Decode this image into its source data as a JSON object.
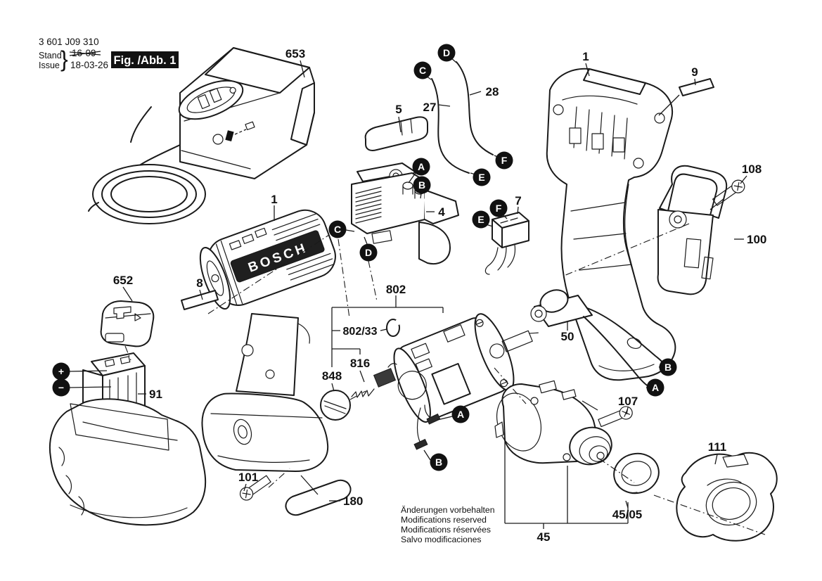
{
  "header": {
    "part_number": "3 601 J09 310",
    "stand_label": "Stand",
    "issue_label": "Issue",
    "brace": "}",
    "old_date": "16-09",
    "date": "18-03-26",
    "figure_label": "Fig. /Abb. 1"
  },
  "brand": "BOSCH",
  "footer": {
    "lines": [
      "Änderungen vorbehalten",
      "Modifications reserved",
      "Modifications réservées",
      "Salvo modificaciones"
    ]
  },
  "labels": [
    {
      "id": "charger",
      "text": "653"
    },
    {
      "id": "trigger-cover",
      "text": "5"
    },
    {
      "id": "wire-27",
      "text": "27"
    },
    {
      "id": "wire-28",
      "text": "28"
    },
    {
      "id": "switch",
      "text": "4"
    },
    {
      "id": "housing-left",
      "text": "1"
    },
    {
      "id": "sticker-8",
      "text": "8"
    },
    {
      "id": "contact-cover",
      "text": "652"
    },
    {
      "id": "battery-terminal",
      "text": "91"
    },
    {
      "id": "screw-101",
      "text": "101"
    },
    {
      "id": "pad-180",
      "text": "180"
    },
    {
      "id": "motor-assy",
      "text": "802"
    },
    {
      "id": "motor-ring",
      "text": "802/33"
    },
    {
      "id": "brush",
      "text": "816"
    },
    {
      "id": "brush-cap",
      "text": "848"
    },
    {
      "id": "housing-right",
      "text": "1"
    },
    {
      "id": "sticker-9",
      "text": "9"
    },
    {
      "id": "screw-108",
      "text": "108"
    },
    {
      "id": "frame-100",
      "text": "100"
    },
    {
      "id": "connector-7",
      "text": "7"
    },
    {
      "id": "lamp-50",
      "text": "50"
    },
    {
      "id": "screw-107",
      "text": "107"
    },
    {
      "id": "ring-4505",
      "text": "45/05"
    },
    {
      "id": "gearbox-45",
      "text": "45"
    },
    {
      "id": "nose-111",
      "text": "111"
    }
  ],
  "letters": [
    {
      "char": "D"
    },
    {
      "char": "C"
    },
    {
      "char": "F"
    },
    {
      "char": "E"
    },
    {
      "char": "A"
    },
    {
      "char": "B"
    },
    {
      "char": "C"
    },
    {
      "char": "D"
    },
    {
      "char": "F"
    },
    {
      "char": "E"
    },
    {
      "char": "A"
    },
    {
      "char": "B"
    },
    {
      "char": "B"
    },
    {
      "char": "A"
    },
    {
      "char": "+"
    },
    {
      "char": "−"
    }
  ],
  "colors": {
    "ink": "#1a1a1a",
    "paper": "#ffffff",
    "badge_bg": "#111111",
    "badge_fg": "#ffffff"
  }
}
